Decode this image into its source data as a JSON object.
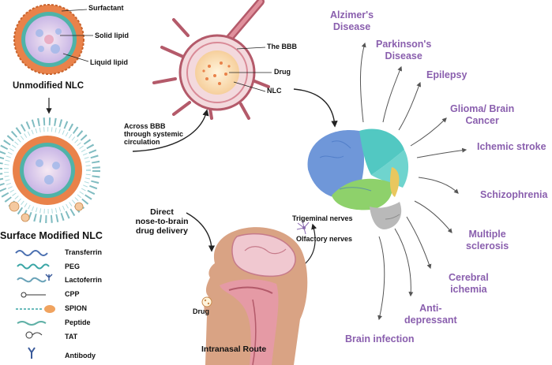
{
  "colors": {
    "disease_text": "#8a5fae",
    "nlc_outer": "#e9824a",
    "nlc_shell": "#4fb3a8",
    "nlc_core": "#c9b7e6",
    "vessel": "#b45a6a",
    "vessel_fill": "#f3d9dd",
    "brain_blue": "#6f97d9",
    "brain_teal": "#52c8c2",
    "brain_green": "#8ed16b",
    "brain_yellow": "#e9c75e",
    "brain_gray": "#b9b9b9",
    "skin": "#d9a384",
    "arrow": "#222222"
  },
  "nlc_top": {
    "labels": {
      "surfactant": "Surfactant",
      "solid_lipid": "Solid lipid",
      "liquid_lipid": "Liquid lipid"
    },
    "title": "Unmodified NLC"
  },
  "bbb": {
    "labels": {
      "bbb": "The BBB",
      "drug": "Drug",
      "nlc": "NLC"
    },
    "route_caption": "Across BBB\nthrough systemic\ncirculation"
  },
  "modified": {
    "title": "Surface Modified NLC",
    "legend": [
      {
        "label": "Transferrin",
        "icon": "transferrin-icon"
      },
      {
        "label": "PEG",
        "icon": "peg-icon"
      },
      {
        "label": "Lactoferrin",
        "icon": "lactoferrin-icon"
      },
      {
        "label": "CPP",
        "icon": "cpp-icon"
      },
      {
        "label": "SPION",
        "icon": "spion-icon"
      },
      {
        "label": "Peptide",
        "icon": "peptide-icon"
      },
      {
        "label": "TAT",
        "icon": "tat-icon"
      },
      {
        "label": "Antibody",
        "icon": "antibody-icon"
      }
    ]
  },
  "nose_route": {
    "caption": "Direct\nnose-to-brain\ndrug delivery",
    "drug_label": "Drug",
    "route_title": "Intranasal Route"
  },
  "brain": {
    "trigeminal": "Trigeminal nerves",
    "olfactory": "Olfactory nerves"
  },
  "diseases": [
    "Alzimer's\nDisease",
    "Parkinson's\nDisease",
    "Epilepsy",
    "Glioma/ Brain\nCancer",
    "Ichemic stroke",
    "Schizophrenia",
    "Multiple\nsclerosis",
    "Cerebral\nichemia",
    "Anti-\ndepressant",
    "Brain infection"
  ]
}
